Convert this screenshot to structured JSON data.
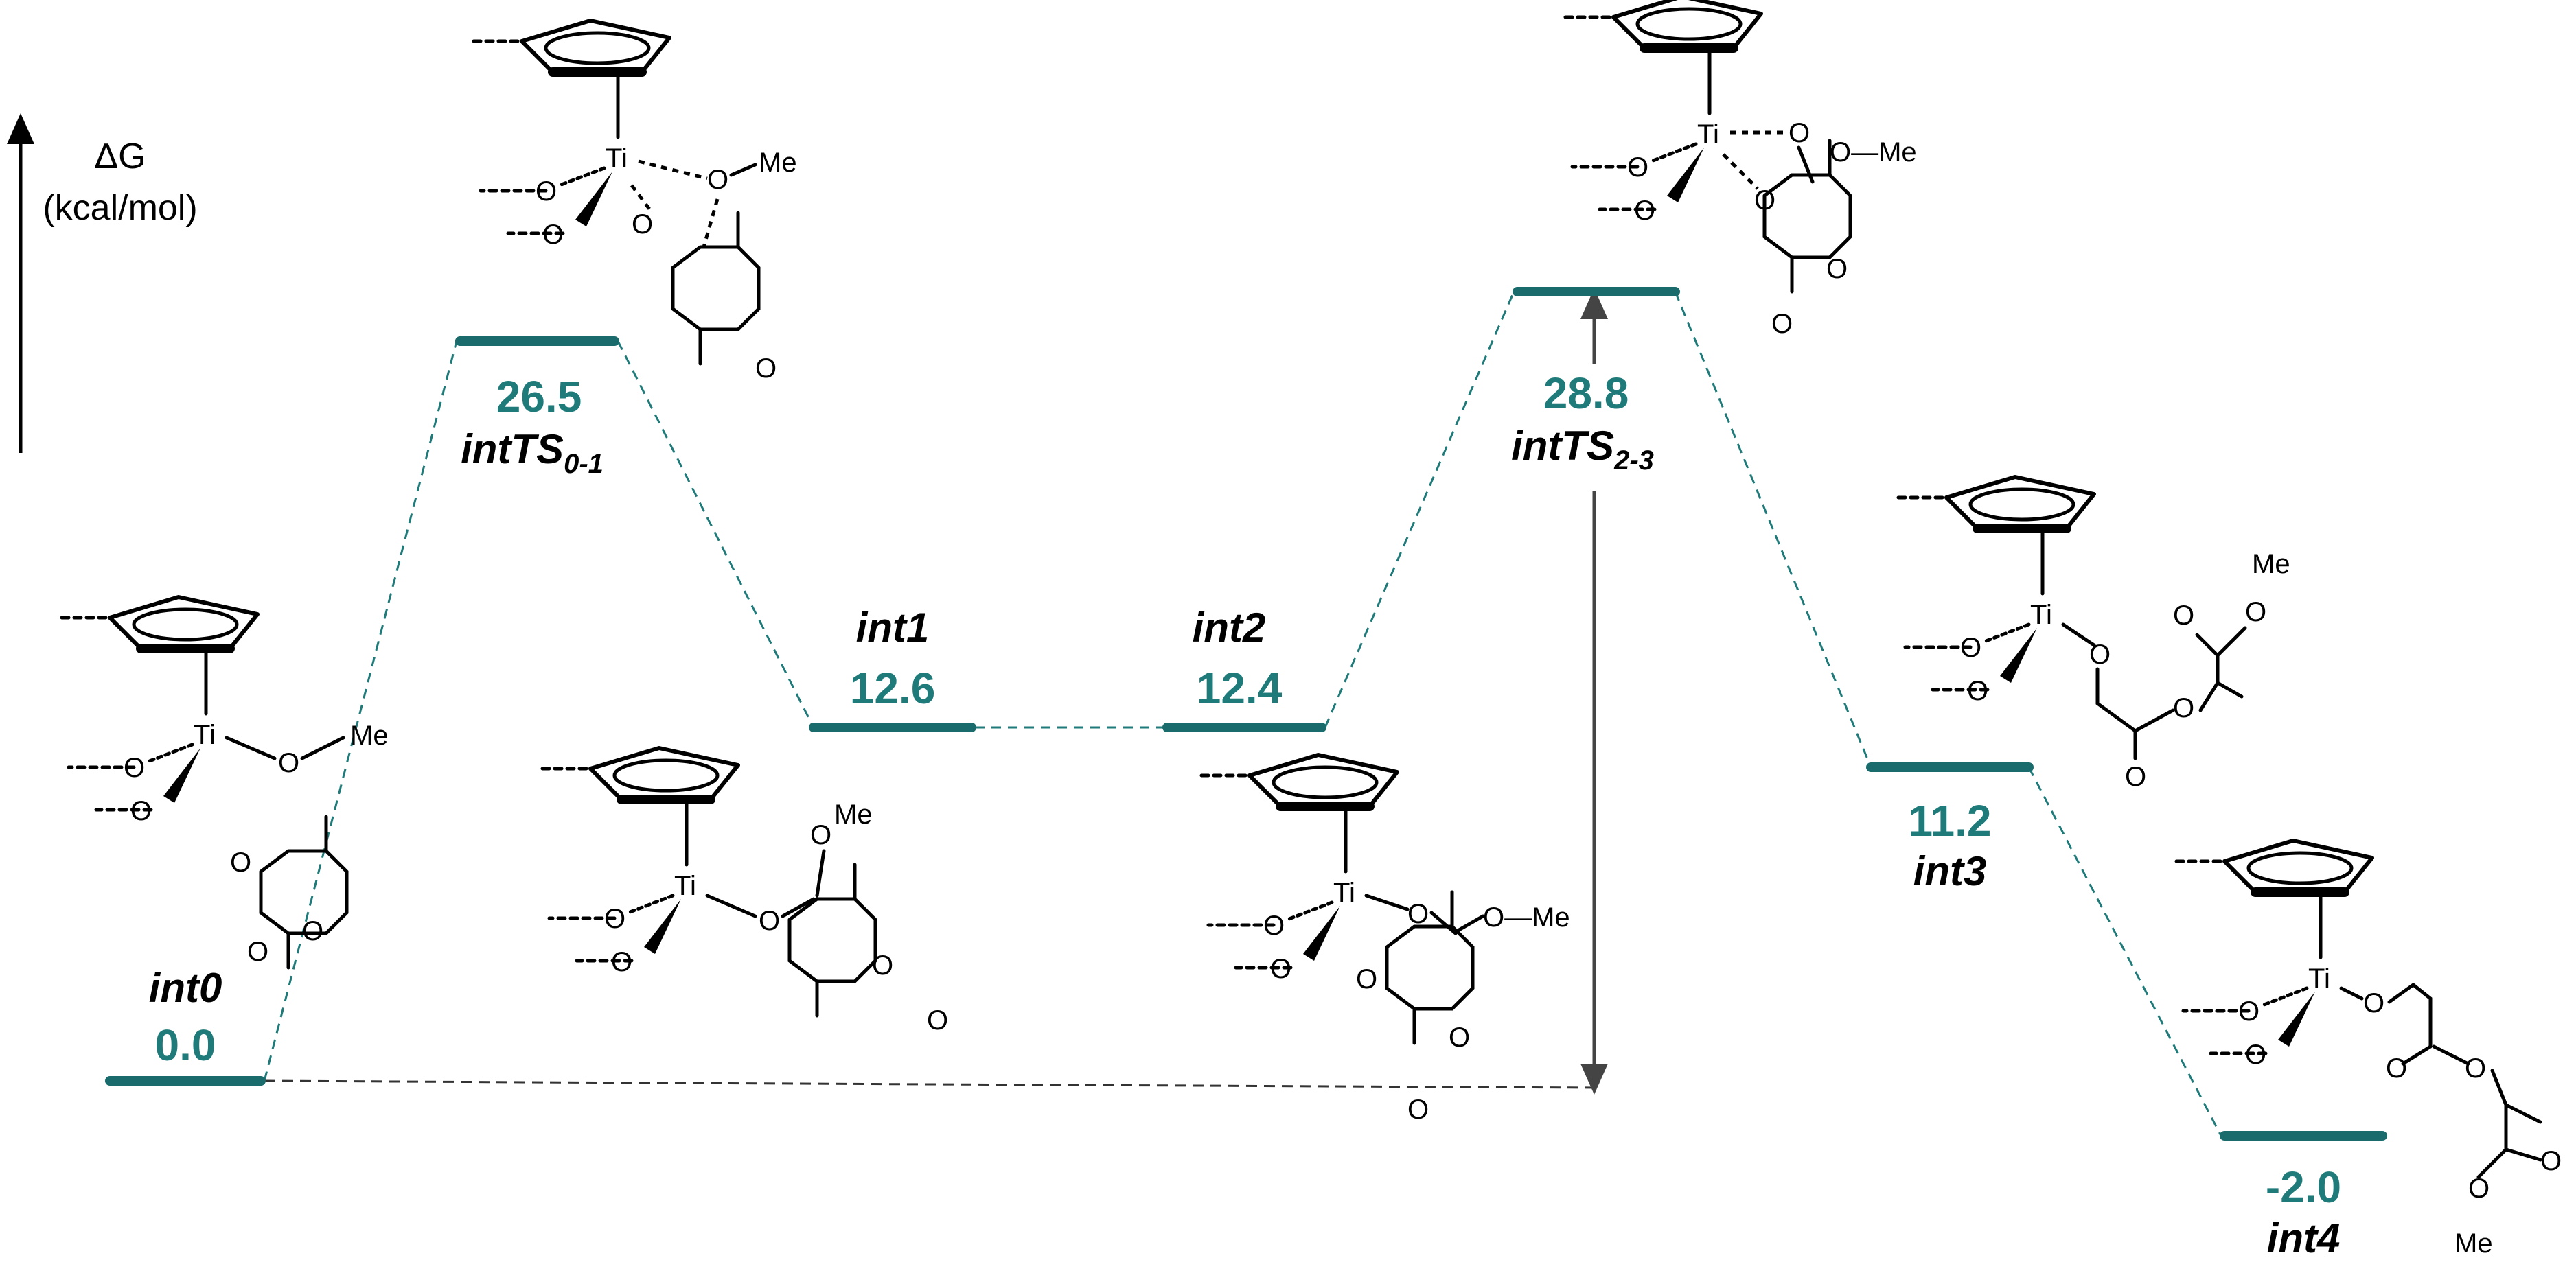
{
  "axis": {
    "symbol": "ΔG",
    "units": "(kcal/mol)"
  },
  "colors": {
    "level": "#1a6b6b",
    "energy_text": "#1f7a7a",
    "connector": "#1f7a7a",
    "baseline": "#333333"
  },
  "levels": [
    {
      "id": "int0",
      "energy": "0.0",
      "name": "int0",
      "sub": ""
    },
    {
      "id": "ts01",
      "energy": "26.5",
      "name": "intTS",
      "sub": "0-1"
    },
    {
      "id": "int1",
      "energy": "12.6",
      "name": "int1",
      "sub": ""
    },
    {
      "id": "int2",
      "energy": "12.4",
      "name": "int2",
      "sub": ""
    },
    {
      "id": "ts23",
      "energy": "28.8",
      "name": "intTS",
      "sub": "2-3"
    },
    {
      "id": "int3",
      "energy": "11.2",
      "name": "int3",
      "sub": ""
    },
    {
      "id": "int4",
      "energy": "-2.0",
      "name": "int4",
      "sub": ""
    }
  ],
  "atoms": {
    "ti": "Ti",
    "o": "O",
    "me": "Me",
    "ome": "O—Me"
  },
  "icons": {
    "cp_ring": "cyclopentadienyl-ring-icon",
    "axis_arrow": "arrow-up-icon",
    "barrier_arrow": "double-headed-arrow-icon"
  }
}
